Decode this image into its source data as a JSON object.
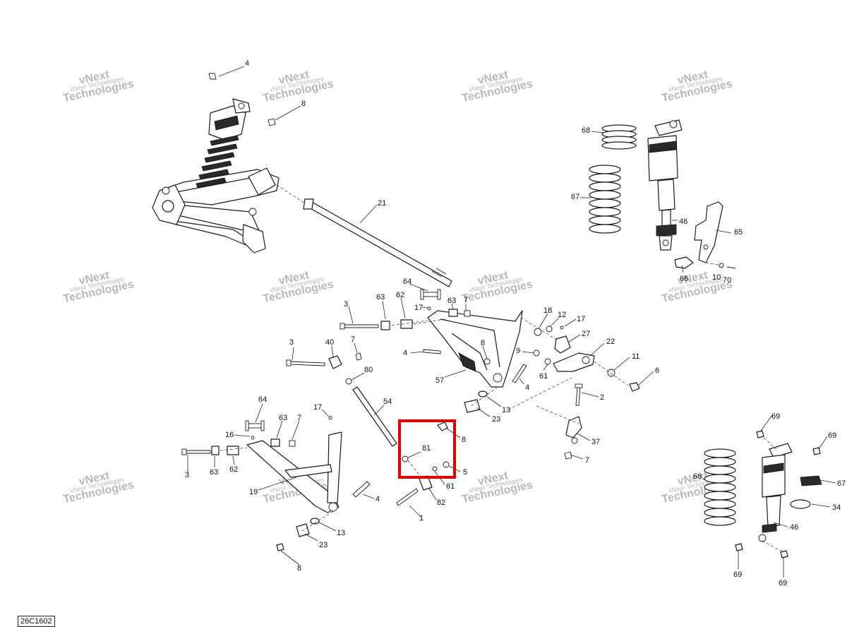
{
  "reference_code": "26C1602",
  "watermark": {
    "line1": "vNext Technologies",
    "line2": "vNext",
    "line3": "Technologies"
  },
  "highlight": {
    "color": "#e00000",
    "parts": [
      "8",
      "81",
      "5",
      "61",
      "82"
    ]
  },
  "callouts": {
    "p4a": "4",
    "p8a": "8",
    "p21": "21",
    "p68a": "68",
    "p67a": "67",
    "p46a": "46",
    "p65": "65",
    "p66": "66",
    "p10": "10",
    "p70": "70",
    "p3a": "3",
    "p63a": "63",
    "p62a": "62",
    "p64a": "64",
    "p17a": "17",
    "p63b": "63",
    "p7a": "7",
    "p18": "18",
    "p12": "12",
    "p17b": "17",
    "p27": "27",
    "p22": "22",
    "p11": "11",
    "p6": "6",
    "p9": "9",
    "p61a": "61",
    "p4b": "4",
    "p8b": "8",
    "p57": "57",
    "p4c": "4",
    "p13a": "13",
    "p23a": "23",
    "p2": "2",
    "p37": "37",
    "p7b": "7",
    "p3b": "3",
    "p40": "40",
    "p7c": "7",
    "p80": "80",
    "p54": "54",
    "p8c": "8",
    "p81": "81",
    "p5": "5",
    "p61b": "61",
    "p82": "82",
    "p1": "1",
    "p64b": "64",
    "p63c": "63",
    "p7d": "7",
    "p17c": "17",
    "p16": "16",
    "p3c": "3",
    "p63d": "63",
    "p62b": "62",
    "p19": "19",
    "p4d": "4",
    "p13b": "13",
    "p23b": "23",
    "p8d": "8",
    "p69a": "69",
    "p69b": "69",
    "p68b": "68",
    "p67b": "67",
    "p34": "34",
    "p46b": "46",
    "p69c": "69",
    "p69d": "69"
  }
}
